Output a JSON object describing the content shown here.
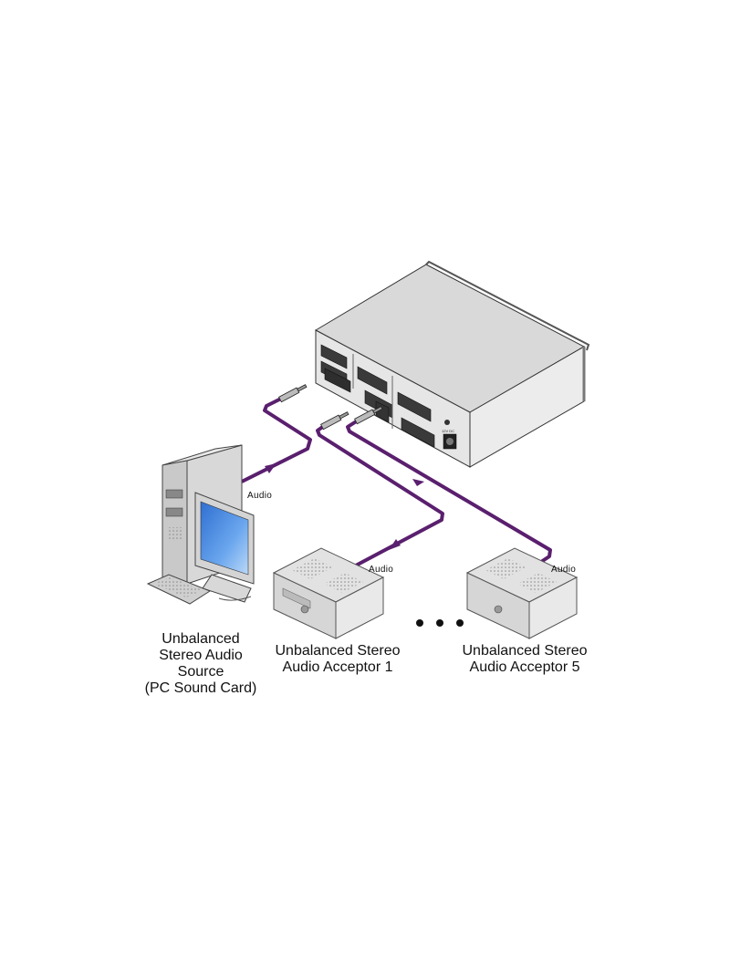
{
  "diagram": {
    "type": "audio distribution connection diagram",
    "cable_color": "#5a1f6e",
    "device": {
      "name": "audio-distribution-amplifier",
      "power_label": "12V DC"
    },
    "source": {
      "label_lines": [
        "Unbalanced",
        "Stereo Audio",
        "Source",
        "(PC Sound Card)"
      ],
      "cable_label": "Audio"
    },
    "acceptors": [
      {
        "label_lines": [
          "Unbalanced Stereo",
          "Audio Acceptor 1"
        ],
        "cable_label": "Audio"
      },
      {
        "label_lines": [
          "Unbalanced Stereo",
          "Audio Acceptor 5"
        ],
        "cable_label": "Audio"
      }
    ],
    "ellipsis": "..."
  }
}
